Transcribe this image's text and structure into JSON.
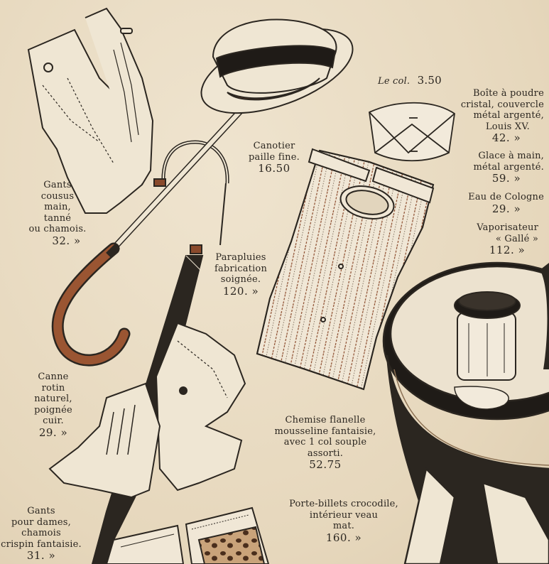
{
  "captions": {
    "gloves_men": {
      "lines": [
        "Gants",
        "cousus",
        "main,",
        "tanné",
        "ou chamois."
      ],
      "price": "32. »"
    },
    "boater": {
      "lines": [
        "Canotier",
        "paille fine."
      ],
      "price": "16.50"
    },
    "collar": {
      "label": "Le col.",
      "price": "3.50"
    },
    "powder_box": {
      "lines": [
        "Boîte à poudre",
        "cristal, couvercle",
        "métal argenté,",
        "Louis XV."
      ],
      "price": "42. »"
    },
    "hand_mirror": {
      "lines": [
        "Glace à main,",
        "métal argenté."
      ],
      "price": "59. »"
    },
    "cologne": {
      "lines": [
        "Eau de Cologne"
      ],
      "price": "29. »"
    },
    "atomizer": {
      "lines": [
        "Vaporisateur",
        "« Gallé »"
      ],
      "price": "112. »"
    },
    "umbrellas": {
      "lines": [
        "Parapluies",
        "fabrication",
        "soignée."
      ],
      "price": "120. »"
    },
    "cane": {
      "lines": [
        "Canne",
        "rotin",
        "naturel,",
        "poignée",
        "cuir."
      ],
      "price": "29. »"
    },
    "shirt": {
      "lines": [
        "Chemise flanelle",
        "mousseline fantaisie,",
        "avec 1 col souple",
        "assorti."
      ],
      "price": "52.75"
    },
    "gloves_women": {
      "lines": [
        "Gants",
        "pour dames,",
        "chamois",
        "crispin fantaisie."
      ],
      "price": "31. »"
    },
    "wallet": {
      "lines": [
        "Porte-billets crocodile,",
        "intérieur veau",
        "mat."
      ],
      "price": "160. »"
    }
  }
}
